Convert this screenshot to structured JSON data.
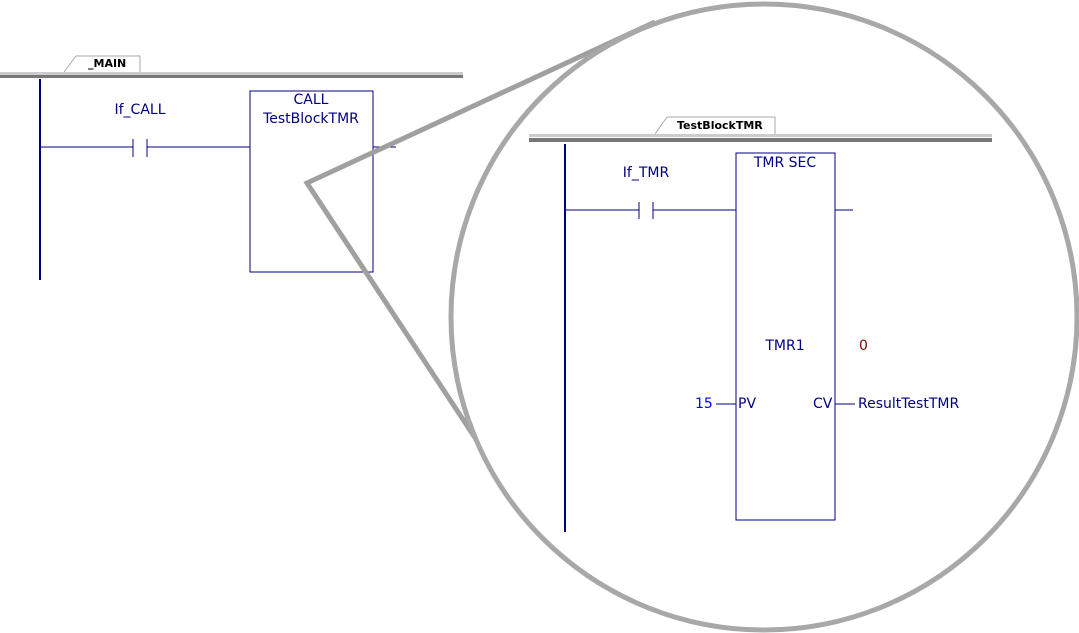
{
  "main_view": {
    "tab_label": "_MAIN",
    "contact_label": "If_CALL",
    "call_block": {
      "line1": "CALL",
      "line2": "TestBlockTMR"
    }
  },
  "zoom_view": {
    "tab_label": "TestBlockTMR",
    "contact_label": "If_TMR",
    "timer_block": {
      "title": "TMR SEC",
      "name": "TMR1",
      "pv_pin": "PV",
      "cv_pin": "CV",
      "pv_value": "15",
      "cv_current": "0",
      "cv_output": "ResultTestTMR"
    }
  },
  "colors": {
    "ladder": "#000080",
    "value": "#0000ff",
    "current": "#800000",
    "lens": "#a0a0a0"
  }
}
